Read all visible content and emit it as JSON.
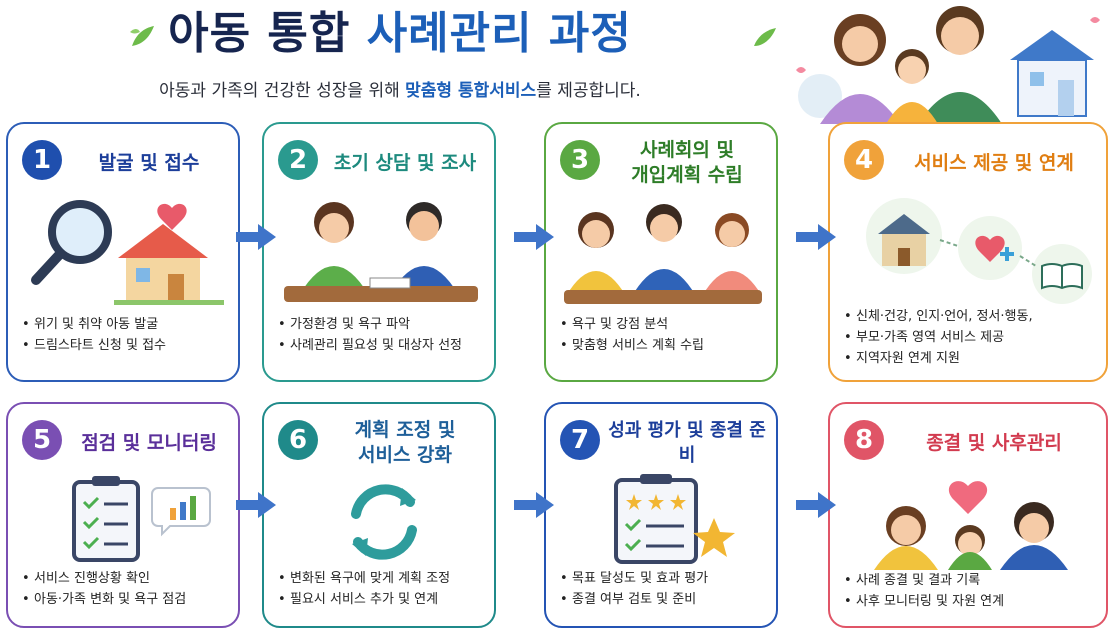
{
  "header": {
    "title_part1": "아동 통합",
    "title_part2": "사례관리 과정",
    "subtitle_pre": "아동과 가족의 건강한 성장을 위해 ",
    "subtitle_highlight": "맞춤형 통합서비스",
    "subtitle_post": "를 제공합니다."
  },
  "colors": {
    "navy": "#16254f",
    "blue": "#2c5db7",
    "teal": "#2a9a8f",
    "green": "#5aa842",
    "orange": "#f0a23a",
    "purple": "#7a4fb3",
    "deep_teal": "#1f8a8a",
    "royal": "#2454b4",
    "red": "#e05567"
  },
  "steps": [
    {
      "number": "1",
      "title": "발굴 및 접수",
      "bullets": [
        "위기 및 취약 아동 발굴",
        "드림스타트 신청 및 접수"
      ],
      "icon": "magnifier-house-heart"
    },
    {
      "number": "2",
      "title": "초기 상담 및 조사",
      "bullets": [
        "가정환경 및 욕구 파악",
        "사례관리 필요성 및 대상자 선정"
      ],
      "icon": "counseling"
    },
    {
      "number": "3",
      "title": "사례회의 및\n개입계획 수립",
      "bullets": [
        "욕구 및 강점 분석",
        "맞춤형 서비스 계획 수립"
      ],
      "icon": "meeting"
    },
    {
      "number": "4",
      "title": "서비스 제공 및 연계",
      "bullets": [
        "신체·건강, 인지·언어, 정서·행동,",
        "부모·가족 영역 서비스 제공",
        "지역자원 연계 지원"
      ],
      "icon": "services-network"
    },
    {
      "number": "5",
      "title": "점검 및 모니터링",
      "bullets": [
        "서비스 진행상황 확인",
        "아동·가족 변화 및 욕구 점검"
      ],
      "icon": "checklist-chart"
    },
    {
      "number": "6",
      "title": "계획 조정 및\n서비스 강화",
      "bullets": [
        "변화된 욕구에 맞게 계획 조정",
        "필요시 서비스 추가 및 연계"
      ],
      "icon": "refresh"
    },
    {
      "number": "7",
      "title": "성과 평가 및 종결 준비",
      "bullets": [
        "목표 달성도 및 효과 평가",
        "종결 여부 검토 및 준비"
      ],
      "icon": "rating-clipboard"
    },
    {
      "number": "8",
      "title": "종결 및 사후관리",
      "bullets": [
        "사례 종결 및 결과 기록",
        "사후 모니터링 및 자원 연계"
      ],
      "icon": "family-heart"
    }
  ]
}
